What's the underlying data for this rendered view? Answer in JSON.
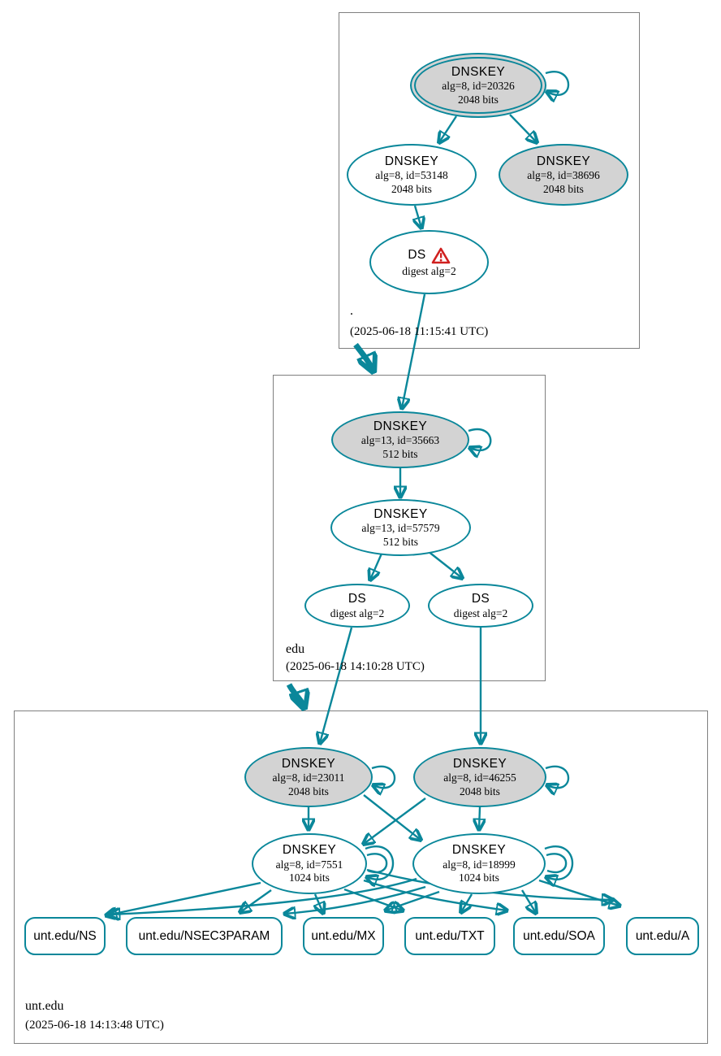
{
  "diagram": {
    "kind": "DNSSEC authentication chain graph",
    "colors": {
      "edge_teal": "#0a879a",
      "ksk_fill": "#d3d3d3",
      "node_fill": "#ffffff",
      "warning_red": "#d0201f",
      "zone_box_border": "#7f7f7f"
    },
    "zones": [
      {
        "name": ".",
        "timestamp": "(2025-06-18 11:15:41 UTC)",
        "nodes": [
          {
            "type": "DNSKEY",
            "title": "DNSKEY",
            "detail1": "alg=8, id=20326",
            "detail2": "2048 bits",
            "sep": true
          },
          {
            "type": "DNSKEY",
            "title": "DNSKEY",
            "detail1": "alg=8, id=53148",
            "detail2": "2048 bits"
          },
          {
            "type": "DNSKEY",
            "title": "DNSKEY",
            "detail1": "alg=8, id=38696",
            "detail2": "2048 bits"
          },
          {
            "type": "DS",
            "title": "DS",
            "detail1": "digest alg=2",
            "status": "warning"
          }
        ]
      },
      {
        "name": "edu",
        "timestamp": "(2025-06-18 14:10:28 UTC)",
        "nodes": [
          {
            "type": "DNSKEY",
            "title": "DNSKEY",
            "detail1": "alg=13, id=35663",
            "detail2": "512 bits",
            "sep": true
          },
          {
            "type": "DNSKEY",
            "title": "DNSKEY",
            "detail1": "alg=13, id=57579",
            "detail2": "512 bits"
          },
          {
            "type": "DS",
            "title": "DS",
            "detail1": "digest alg=2"
          },
          {
            "type": "DS",
            "title": "DS",
            "detail1": "digest alg=2"
          }
        ]
      },
      {
        "name": "unt.edu",
        "timestamp": "(2025-06-18 14:13:48 UTC)",
        "nodes": [
          {
            "type": "DNSKEY",
            "title": "DNSKEY",
            "detail1": "alg=8, id=23011",
            "detail2": "2048 bits",
            "sep": true
          },
          {
            "type": "DNSKEY",
            "title": "DNSKEY",
            "detail1": "alg=8, id=46255",
            "detail2": "2048 bits",
            "sep": true
          },
          {
            "type": "DNSKEY",
            "title": "DNSKEY",
            "detail1": "alg=8, id=7551",
            "detail2": "1024 bits"
          },
          {
            "type": "DNSKEY",
            "title": "DNSKEY",
            "detail1": "alg=8, id=18999",
            "detail2": "1024 bits"
          }
        ],
        "rrsets": [
          {
            "label": "unt.edu/NS"
          },
          {
            "label": "unt.edu/NSEC3PARAM"
          },
          {
            "label": "unt.edu/MX"
          },
          {
            "label": "unt.edu/TXT"
          },
          {
            "label": "unt.edu/SOA"
          },
          {
            "label": "unt.edu/A"
          }
        ]
      }
    ]
  }
}
